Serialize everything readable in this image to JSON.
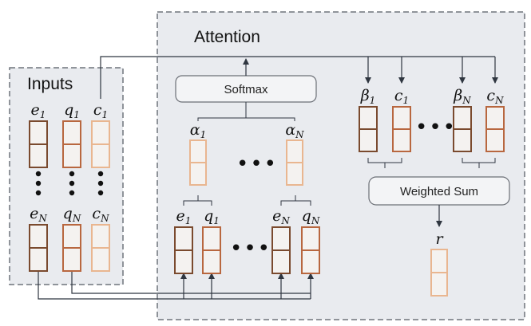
{
  "regions": {
    "inputs_title": "Inputs",
    "attention_title": "Attention"
  },
  "boxes": {
    "softmax": "Softmax",
    "weighted_sum": "Weighted Sum"
  },
  "symbols": {
    "e1": {
      "base": "e",
      "sub": "1"
    },
    "q1": {
      "base": "q",
      "sub": "1"
    },
    "c1": {
      "base": "c",
      "sub": "1"
    },
    "eN": {
      "base": "e",
      "sub": "N"
    },
    "qN": {
      "base": "q",
      "sub": "N"
    },
    "cN": {
      "base": "c",
      "sub": "N"
    },
    "alpha1": {
      "base": "α",
      "sub": "1"
    },
    "alphaN": {
      "base": "α",
      "sub": "N"
    },
    "beta1": {
      "base": "β",
      "sub": "1"
    },
    "betaN": {
      "base": "β",
      "sub": "N"
    },
    "r": {
      "base": "r",
      "sub": ""
    }
  },
  "colors": {
    "e_vector": "#7a4a2e",
    "q_vector": "#b8673f",
    "c_vector": "#e9b690",
    "alpha_vector": "#e9b690",
    "r_vector": "#e9b690",
    "region_fill": "#e9ebef",
    "region_border": "#6f747c"
  }
}
